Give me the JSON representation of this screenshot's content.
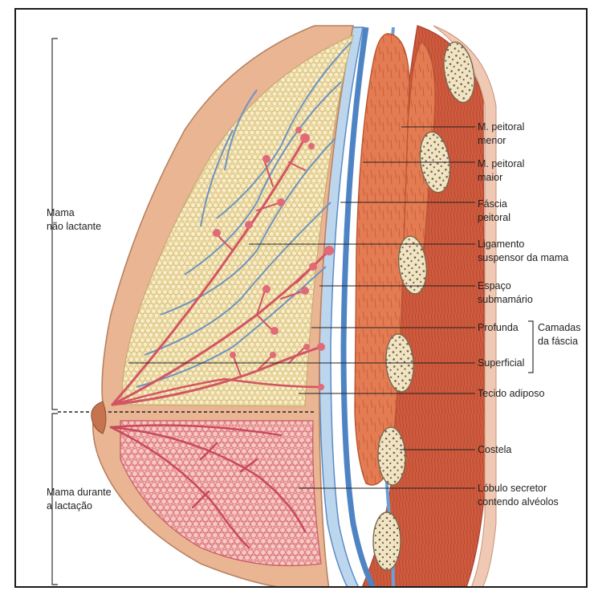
{
  "figure": {
    "left_brackets": {
      "non_lactating": {
        "line1": "Mama",
        "line2": "não lactante"
      },
      "lactating": {
        "line1": "Mama durante",
        "line2": "a lactação"
      }
    },
    "labels": {
      "pectoralis_minor": {
        "line1": "M. peitoral",
        "line2": "menor"
      },
      "pectoralis_major": {
        "line1": "M. peitoral",
        "line2": "maior"
      },
      "pectoral_fascia": {
        "line1": "Fáscia",
        "line2": "peitoral"
      },
      "suspensory_ligament": {
        "line1": "Ligamento",
        "line2": "suspensor da mama"
      },
      "retromammary_space": {
        "line1": "Espaço",
        "line2": "submamário"
      },
      "deep_layer": "Profunda",
      "superficial_layer": "Superficial",
      "fascia_layers": {
        "line1": "Camadas",
        "line2": "da fáscia"
      },
      "adipose_tissue": "Tecido adiposo",
      "rib": "Costela",
      "secretory_lobule": {
        "line1": "Lóbulo secretor",
        "line2": "contendo alvéolos"
      }
    },
    "colors": {
      "skin": "#e9b593",
      "fat": "#f4e3ad",
      "muscle": "#e27a52",
      "fascia_blue": "#5b8fc9",
      "duct_pink": "#d9606e",
      "lobule_pink": "#f0a8a8",
      "rib_bone": "#f2e6c6"
    }
  }
}
